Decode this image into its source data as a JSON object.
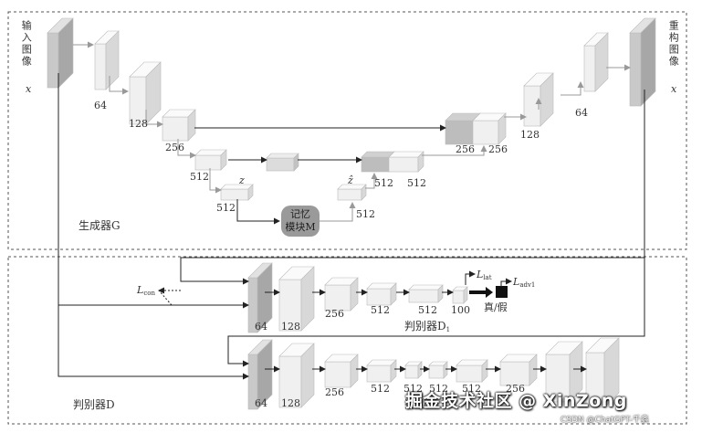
{
  "generator": {
    "input_label": "输入图像",
    "input_var": "x",
    "output_label": "重构图像",
    "output_var": "x",
    "section_title": "生成器G",
    "enc_labels": [
      "64",
      "128",
      "256",
      "512",
      "512"
    ],
    "dec_labels": [
      "64",
      "128",
      "256",
      "256",
      "512",
      "512",
      "512"
    ],
    "latent": "z",
    "latent_hat": "ẑ",
    "memory_line1": "记忆",
    "memory_line2": "模块M"
  },
  "discriminator": {
    "section_title": "判别器D",
    "d1_title": "判别器D",
    "d1_sub": "1",
    "d2_title": "判别器",
    "d1_labels": [
      "64",
      "128",
      "256",
      "512",
      "512",
      "100"
    ],
    "d2_labels": [
      "64",
      "128",
      "256",
      "512",
      "512",
      "512",
      "512",
      "256"
    ],
    "l_con": "L",
    "l_con_sub": "con",
    "l_lat": "L",
    "l_lat_sub": "lat",
    "l_adv": "L",
    "l_adv_sub": "adv1",
    "real_fake": "真/假"
  },
  "watermark": {
    "main": "掘金技术社区 @ XinZong",
    "small": "CSDN @ChatGPT-千鑫"
  }
}
